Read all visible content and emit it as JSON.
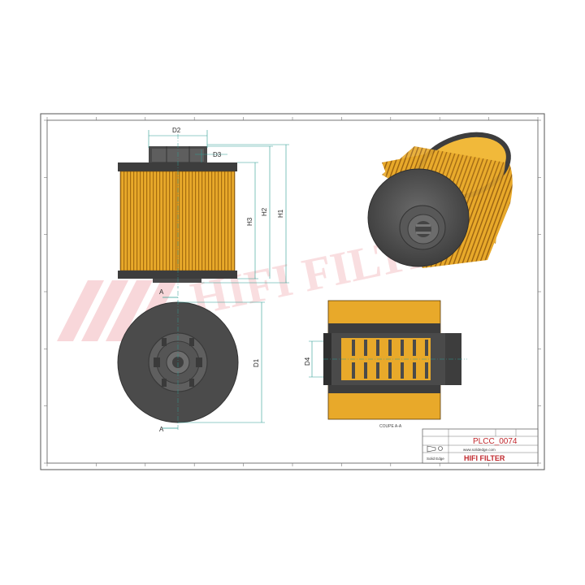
{
  "dimensions": {
    "d2": "D2",
    "d3": "D3",
    "h1": "H1",
    "h2": "H2",
    "h3": "H3",
    "d1": "D1",
    "d4": "D4"
  },
  "section": {
    "marker_top": "A",
    "marker_bottom": "A",
    "caption": "COUPE A-A"
  },
  "title_block": {
    "part_code": "PLCC_0074",
    "website": "www.solidedge.com",
    "brand": "HIFI FILTER",
    "logo_text": "Solid Edge"
  },
  "watermark": {
    "text": "HIFI FILTER"
  },
  "colors": {
    "media_yellow": "#e8a92a",
    "media_dark": "#a66d10",
    "cap_dark": "#3d3d3d",
    "cap_mid": "#5a5a5a",
    "dim_line": "#2e9c92",
    "watermark": "#e04a55",
    "brand": "#c0282d"
  }
}
